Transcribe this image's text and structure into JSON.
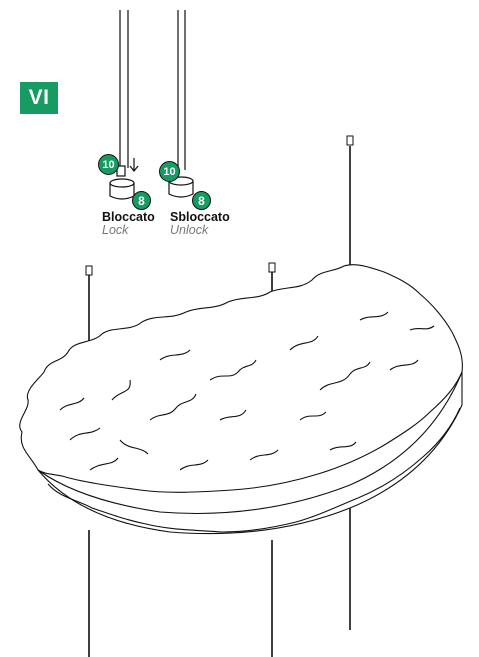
{
  "step": {
    "label": "VI"
  },
  "callouts": {
    "lock": {
      "label_it": "Bloccato",
      "label_en": "Lock",
      "badge_top": "10",
      "badge_bottom": "8"
    },
    "unlock": {
      "label_it": "Sbloccato",
      "label_en": "Unlock",
      "badge_top": "10",
      "badge_bottom": "8"
    }
  },
  "colors": {
    "accent": "#169b62",
    "line": "#111111",
    "muted_text": "#777777"
  }
}
